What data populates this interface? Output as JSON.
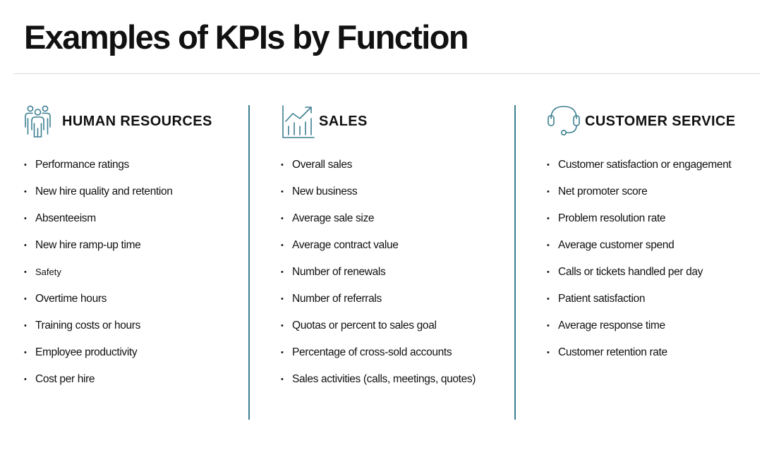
{
  "page": {
    "title": "Examples of KPIs by Function"
  },
  "colors": {
    "accent": "#3d7f91",
    "text": "#111111",
    "rule": "#d8d8d8"
  },
  "columns": [
    {
      "icon": "people-group-icon",
      "title": "HUMAN RESOURCES",
      "items": [
        "Performance ratings",
        "New hire quality and retention",
        "Absenteeism",
        "New hire ramp-up time",
        "Safety",
        "Overtime hours",
        "Training costs or hours",
        "Employee productivity",
        "Cost per hire"
      ]
    },
    {
      "icon": "growth-chart-icon",
      "title": "SALES",
      "items": [
        "Overall sales",
        "New business",
        "Average sale size",
        "Average contract value",
        "Number of renewals",
        "Number of referrals",
        "Quotas or percent to sales goal",
        "Percentage of cross-sold accounts",
        "Sales activities (calls, meetings, quotes)"
      ]
    },
    {
      "icon": "headset-icon",
      "title": "CUSTOMER SERVICE",
      "items": [
        "Customer satisfaction or engagement",
        "Net promoter score",
        "Problem resolution rate",
        "Average customer spend",
        "Calls or tickets handled per day",
        "Patient satisfaction",
        "Average response time",
        "Customer retention rate"
      ]
    }
  ]
}
